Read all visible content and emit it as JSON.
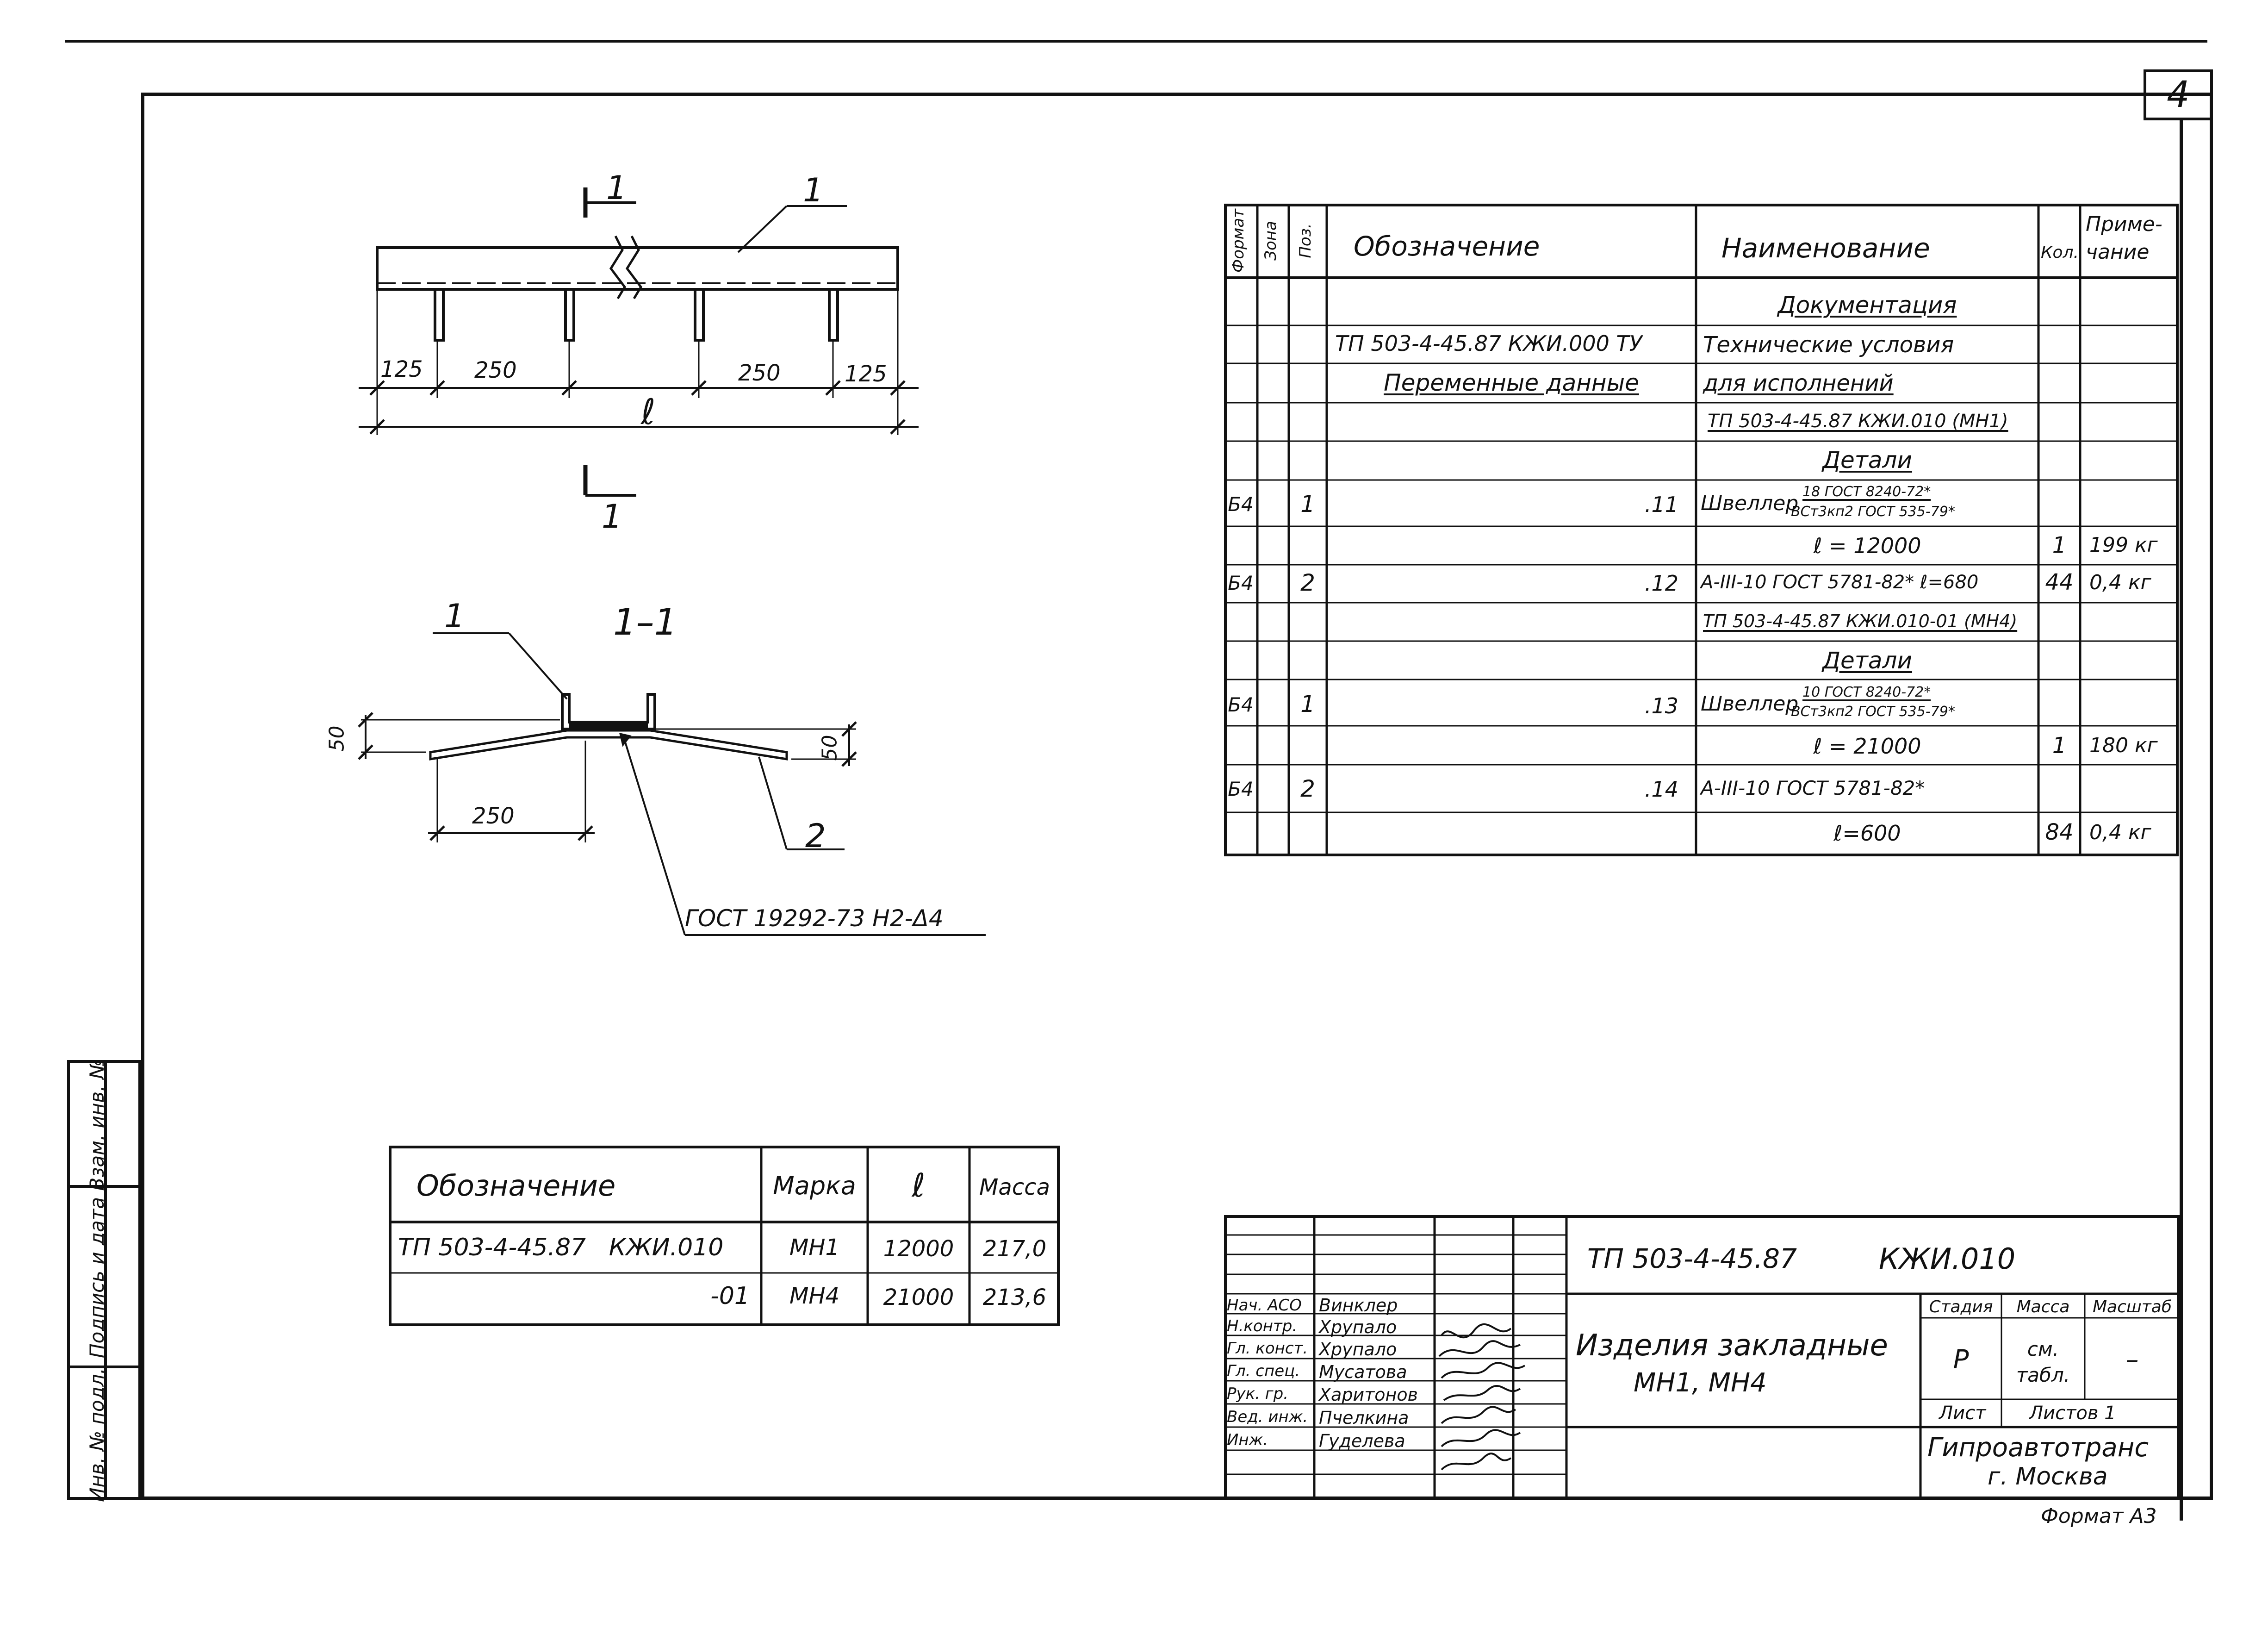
{
  "sheet": {
    "number": "4",
    "format": "Формат А3"
  },
  "margin_column": {
    "cells": [
      "Инв. № подл.",
      "Подпись и дата",
      "Взам. инв. №"
    ]
  },
  "drawing_front": {
    "label_section_top": "1",
    "label_section_bottom": "1",
    "callout": "1",
    "dim_125_left": "125",
    "dim_250_left": "250",
    "dim_250_right": "250",
    "dim_125_right": "125",
    "dim_total": "ℓ"
  },
  "drawing_section": {
    "title": "1–1",
    "callout_1": "1",
    "callout_2": "2",
    "dim_50_left": "50",
    "dim_50_right": "50",
    "dim_250": "250",
    "weld_note": "ГОСТ 19292-73 Н2-Δ4"
  },
  "spec_table": {
    "headers": {
      "format": "Формат",
      "zone": "Зона",
      "pos": "Поз.",
      "designation": "Обозначение",
      "name": "Наименование",
      "qty": "Кол.",
      "note": "Приме-\nчание"
    },
    "rows": [
      {
        "format": "",
        "zone": "",
        "pos": "",
        "designation": "",
        "name": "Документация",
        "name_style": "heading",
        "qty": "",
        "note": ""
      },
      {
        "format": "",
        "zone": "",
        "pos": "",
        "designation": "ТП 503-4-45.87 КЖИ.000 ТУ",
        "name": "Технические условия",
        "qty": "",
        "note": ""
      },
      {
        "format": "",
        "zone": "",
        "pos": "",
        "designation": "Переменные данные",
        "designation_style": "heading",
        "name": "для исполнений",
        "name_style": "underline",
        "qty": "",
        "note": ""
      },
      {
        "format": "",
        "zone": "",
        "pos": "",
        "designation": "",
        "name": "ТП 503-4-45.87 КЖИ.010 (МН1)",
        "name_style": "underline",
        "qty": "",
        "note": ""
      },
      {
        "format": "",
        "zone": "",
        "pos": "",
        "designation": "",
        "name": "Детали",
        "name_style": "heading",
        "qty": "",
        "note": ""
      },
      {
        "format": "Б4",
        "zone": "",
        "pos": "1",
        "designation": ".11",
        "designation_align": "right",
        "name": "Швеллер",
        "frac_top": "18 ГОСТ 8240-72*",
        "frac_bottom": "ВСт3кп2 ГОСТ 535-79*",
        "qty": "",
        "note": ""
      },
      {
        "format": "",
        "zone": "",
        "pos": "",
        "designation": "",
        "name": "ℓ = 12000",
        "name_align": "center",
        "qty": "1",
        "note": "199 кг"
      },
      {
        "format": "Б4",
        "zone": "",
        "pos": "2",
        "designation": ".12",
        "designation_align": "right",
        "name": "А-III-10 ГОСТ 5781-82* ℓ=680",
        "qty": "44",
        "note": "0,4 кг"
      },
      {
        "format": "",
        "zone": "",
        "pos": "",
        "designation": "",
        "name": "ТП 503-4-45.87 КЖИ.010-01 (МН4)",
        "name_style": "underline",
        "qty": "",
        "note": ""
      },
      {
        "format": "",
        "zone": "",
        "pos": "",
        "designation": "",
        "name": "Детали",
        "name_style": "heading",
        "qty": "",
        "note": ""
      },
      {
        "format": "Б4",
        "zone": "",
        "pos": "1",
        "designation": ".13",
        "designation_align": "right",
        "name": "Швеллер",
        "frac_top": "10 ГОСТ 8240-72*",
        "frac_bottom": "ВСт3кп2 ГОСТ 535-79*",
        "qty": "",
        "note": ""
      },
      {
        "format": "",
        "zone": "",
        "pos": "",
        "designation": "",
        "name": "ℓ = 21000",
        "name_align": "center",
        "qty": "1",
        "note": "180 кг"
      },
      {
        "format": "Б4",
        "zone": "",
        "pos": "2",
        "designation": ".14",
        "designation_align": "right",
        "name": "А-III-10 ГОСТ 5781-82*",
        "qty": "",
        "note": ""
      },
      {
        "format": "",
        "zone": "",
        "pos": "",
        "designation": "",
        "name": "ℓ=600",
        "name_align": "center",
        "qty": "84",
        "note": "0,4 кг"
      }
    ]
  },
  "variant_table": {
    "headers": {
      "designation": "Обозначение",
      "mark": "Марка",
      "length": "ℓ",
      "mass": "Масса"
    },
    "rows": [
      {
        "designation": "ТП 503-4-45.87   КЖИ.010",
        "mark": "МН1",
        "length": "12000",
        "mass": "217,0"
      },
      {
        "designation": "-01",
        "mark": "МН4",
        "length": "21000",
        "mass": "213,6"
      }
    ]
  },
  "title_block": {
    "code": "ТП 503-4-45.87",
    "doc_code": "КЖИ.010",
    "title": "Изделия закладные",
    "subtitle": "МН1, МН4",
    "stage_label": "Стадия",
    "stage": "Р",
    "mass_label": "Масса",
    "mass": "см. табл.",
    "scale_label": "Масштаб",
    "scale": "–",
    "sheet_label": "Лист",
    "sheets_label": "Листов 1",
    "org": "Гипроавтотранс",
    "city": "г. Москва",
    "people": [
      {
        "role": "Нач. АСО",
        "name": "Винклер"
      },
      {
        "role": "Н.контр.",
        "name": "Хрупало"
      },
      {
        "role": "Гл. конст.",
        "name": "Хрупало"
      },
      {
        "role": "Гл. спец.",
        "name": "Мусатова"
      },
      {
        "role": "Рук. гр.",
        "name": "Харитонов"
      },
      {
        "role": "Вед. инж.",
        "name": "Пчелкина"
      },
      {
        "role": "Инж.",
        "name": "Гуделева"
      }
    ]
  }
}
